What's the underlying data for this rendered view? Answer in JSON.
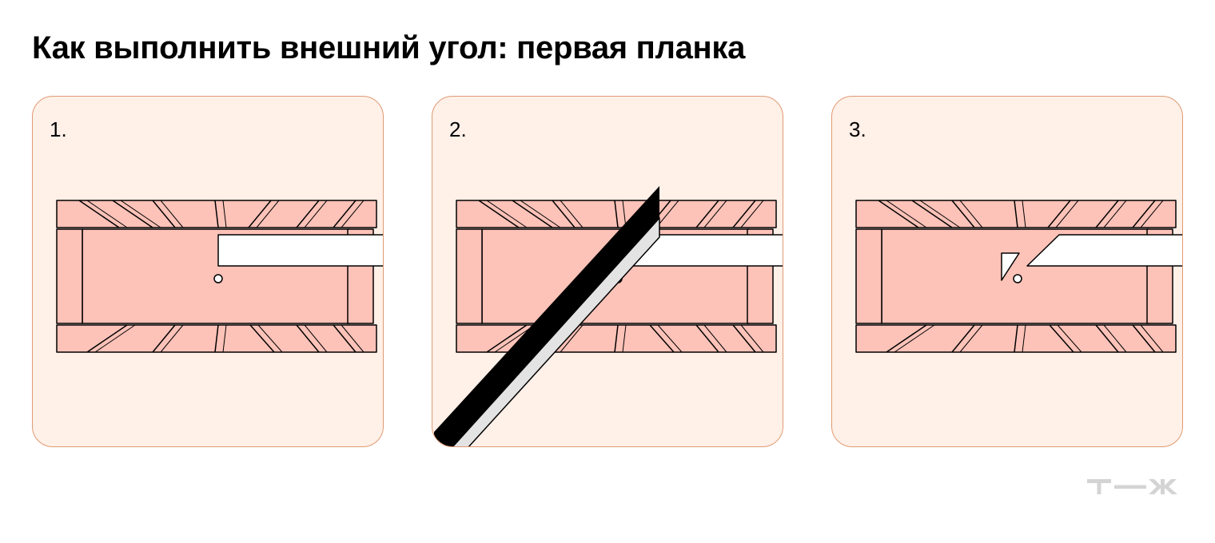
{
  "title": "Как выполнить внешний угол: первая планка",
  "steps": [
    {
      "label": "1.",
      "action": "place"
    },
    {
      "label": "2.",
      "action": "saw"
    },
    {
      "label": "3.",
      "action": "cut"
    }
  ],
  "logo": {
    "text": "т—ж",
    "icon": "tzh-logo-icon",
    "color": "#d4d4d4"
  },
  "colors": {
    "panel_bg": "#fff0e8",
    "panel_border": "#e09a72",
    "miter_box": "#fdc2b8",
    "plank": "#ffffff",
    "saw_back": "#000000",
    "saw_blade": "#e3e3e3",
    "outline": "#000000"
  }
}
